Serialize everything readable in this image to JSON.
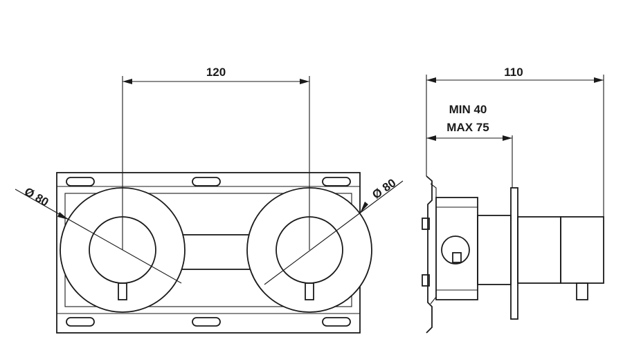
{
  "dimensions": {
    "width_between_centers": "120",
    "depth_total": "110",
    "depth_min": "MIN 40",
    "depth_max": "MAX 75",
    "diameter_left": "Ø 80",
    "diameter_right": "Ø 80"
  }
}
